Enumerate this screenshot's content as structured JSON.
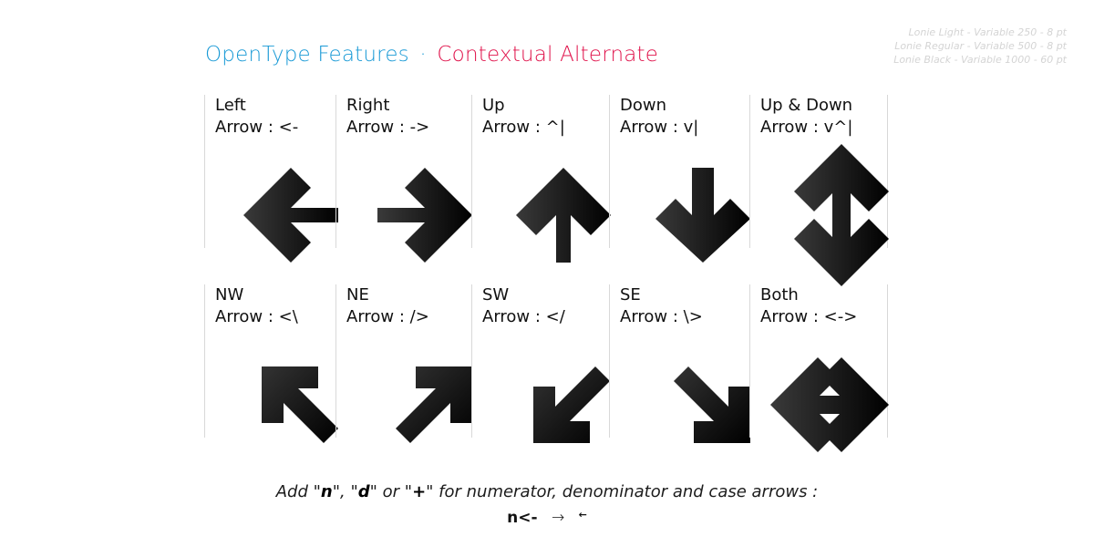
{
  "header": {
    "title_part1": "OpenType Features",
    "separator": "·",
    "title_part2": "Contextual Alternate"
  },
  "credits": [
    "Lonie Light - Variable 250 - 8 pt",
    "Lonie Regular - Variable 500 - 8 pt",
    "Lonie Black - Variable 1000 - 60 pt"
  ],
  "cells": [
    {
      "name": "Left",
      "code": "Arrow : <-",
      "icon": "left-arrow-icon"
    },
    {
      "name": "Right",
      "code": "Arrow : ->",
      "icon": "right-arrow-icon"
    },
    {
      "name": "Up",
      "code": "Arrow : ^|",
      "icon": "up-arrow-icon"
    },
    {
      "name": "Down",
      "code": "Arrow : v|",
      "icon": "down-arrow-icon"
    },
    {
      "name": "Up & Down",
      "code": "Arrow : v^|",
      "icon": "up-down-arrow-icon"
    },
    {
      "name": "NW",
      "code": "Arrow : <\\",
      "icon": "nw-arrow-icon"
    },
    {
      "name": "NE",
      "code": "Arrow : />",
      "icon": "ne-arrow-icon"
    },
    {
      "name": "SW",
      "code": "Arrow : </",
      "icon": "sw-arrow-icon"
    },
    {
      "name": "SE",
      "code": "Arrow : \\>",
      "icon": "se-arrow-icon"
    },
    {
      "name": "Both",
      "code": "Arrow : <->",
      "icon": "left-right-arrow-icon"
    }
  ],
  "footer": {
    "text_1": "Add \"",
    "n": "n",
    "text_2": "\", \"",
    "d": "d",
    "text_3": "\" or \"",
    "plus": "+",
    "text_4": "\" for numerator, denominator and case arrows :"
  },
  "sample": {
    "input": "n<-",
    "result_arrow": "→",
    "small_arrow": "←"
  },
  "colors": {
    "title_blue": "#1a9ad6",
    "title_red": "#e0134b",
    "arrow_dark": "#000000",
    "arrow_light": "#3a3a3a"
  }
}
